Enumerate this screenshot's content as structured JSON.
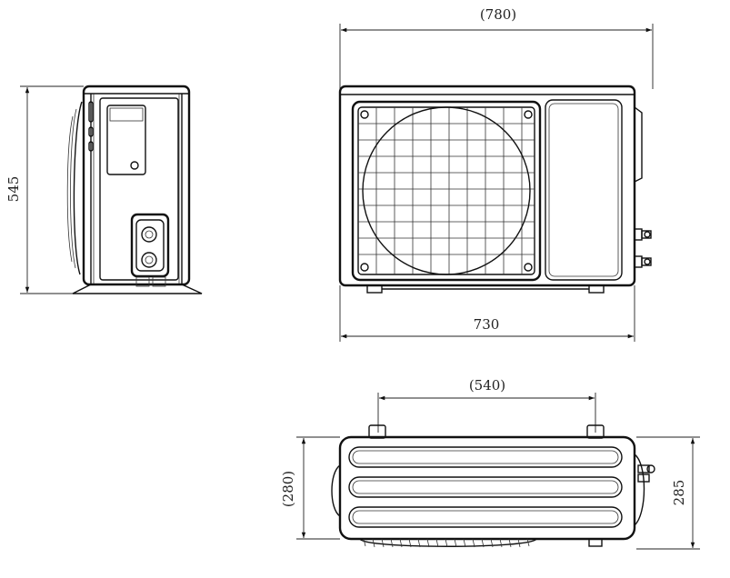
{
  "dimensions": {
    "side_height": "545",
    "front_total_width": "(780)",
    "front_body_width": "730",
    "top_mount_spacing": "(540)",
    "top_depth_ref": "(280)",
    "top_depth": "285"
  },
  "colors": {
    "line": "#111111",
    "background": "#ffffff"
  }
}
